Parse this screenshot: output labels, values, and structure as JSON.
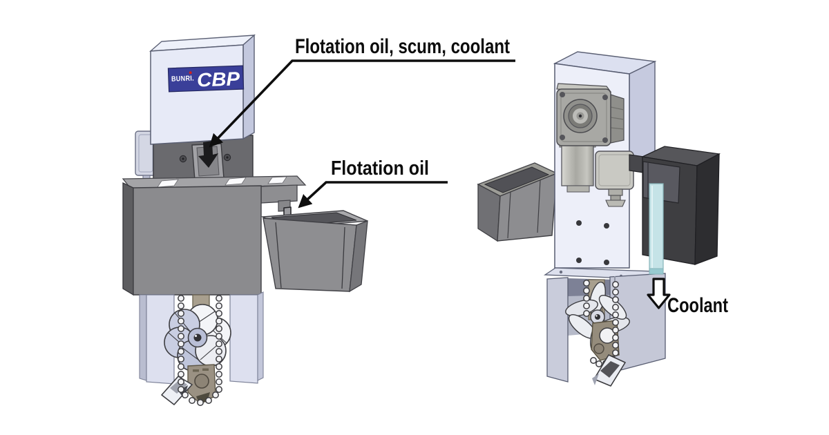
{
  "page": {
    "background": "#ffffff"
  },
  "annotations": {
    "inlet_label": "Flotation oil, scum, coolant",
    "flotation_oil_label": "Flotation oil",
    "coolant_label": "Coolant"
  },
  "logo": {
    "brand": "BUNRI.",
    "model": "CBP",
    "plate_color": "#3a3f99",
    "text_color": "#ffffff",
    "accent_dot_color": "#cc2222"
  },
  "colors": {
    "line": "#0e0e0e",
    "machine_light_panel": "#edeff9",
    "machine_lavender_panel": "#c7cbdf",
    "mid_gray_tank": "#8b8b8e",
    "dark_band": "#6a6a6e",
    "dark_coolant_tank": "#3e3e41",
    "coolant_tube": "#c5e3e7",
    "oil_arrow_gray": "#9b9b9f"
  }
}
